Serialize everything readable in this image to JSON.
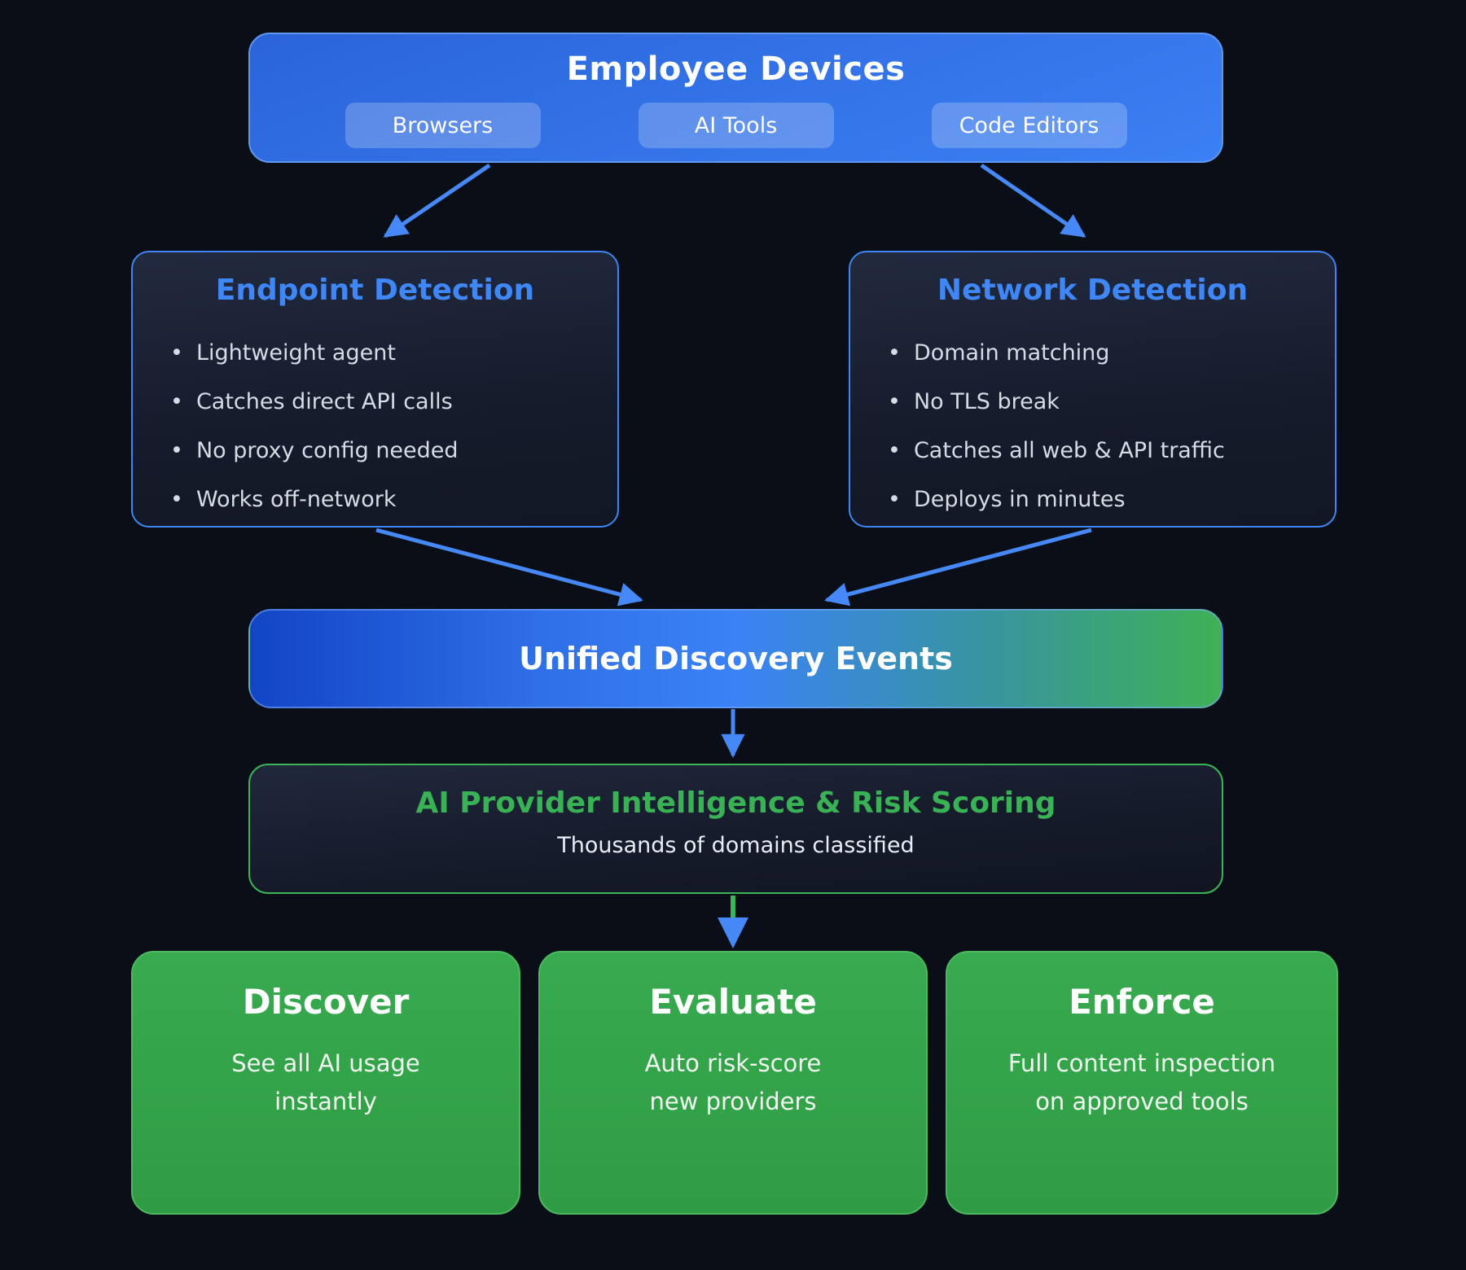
{
  "colors": {
    "background": "#0a0e17",
    "accent_blue": "#3b82f6",
    "accent_blue_dark": "#1245c4",
    "accent_green": "#38b254",
    "arrow_blue": "#4688f7",
    "arrow_green": "#3cb45a",
    "panel_border_blue": "#3e86f5",
    "panel_border_green": "#3bb457",
    "bullet_text": "#d6dbe4",
    "card_green_top": "#38aa4f",
    "card_green_bottom": "#2f9c45"
  },
  "glyphs": {
    "bullet": "•"
  },
  "employee_devices": {
    "title": "Employee Devices",
    "chips": [
      "Browsers",
      "AI Tools",
      "Code Editors"
    ]
  },
  "endpoint_detection": {
    "title": "Endpoint Detection",
    "bullets": [
      "Lightweight agent",
      "Catches direct API calls",
      "No proxy config needed",
      "Works off-network"
    ]
  },
  "network_detection": {
    "title": "Network Detection",
    "bullets": [
      "Domain matching",
      "No TLS break",
      "Catches all web & API traffic",
      "Deploys in minutes"
    ]
  },
  "unified_discovery": {
    "title": "Unified Discovery Events"
  },
  "risk_scoring": {
    "title": "AI Provider Intelligence & Risk Scoring",
    "subtitle": "Thousands of domains classified"
  },
  "outcomes": [
    {
      "title": "Discover",
      "body": "See all AI usage\ninstantly"
    },
    {
      "title": "Evaluate",
      "body": "Auto risk-score\nnew providers"
    },
    {
      "title": "Enforce",
      "body": "Full content inspection\non approved tools"
    }
  ]
}
